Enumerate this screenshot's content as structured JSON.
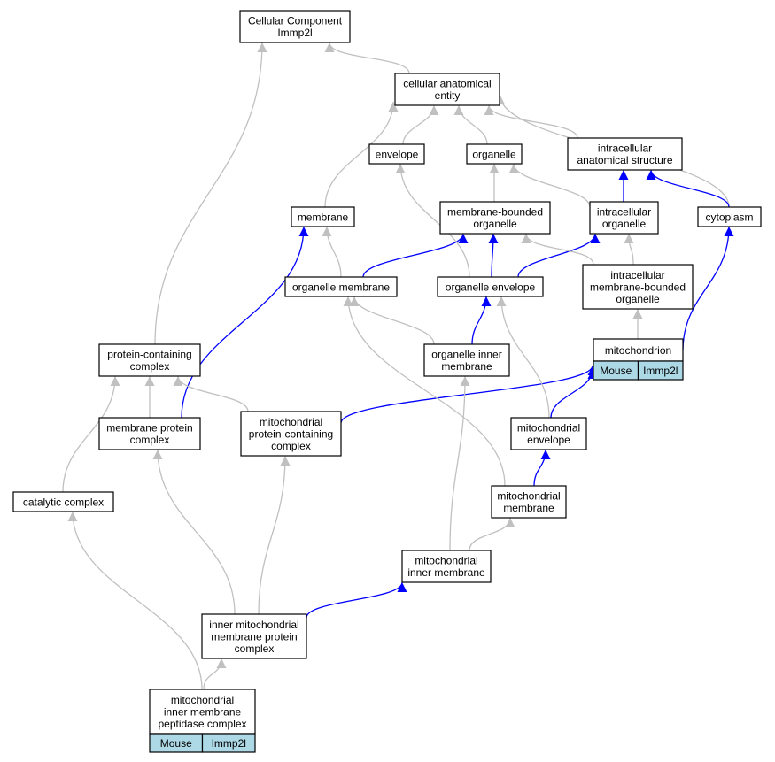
{
  "colors": {
    "isa_edge": "#c0c0c0",
    "partof_edge": "#0000ff",
    "annotation_cell": "#add8e6",
    "node_border": "#000000"
  },
  "nodes": [
    {
      "id": "cc_root",
      "lines": [
        "Cellular Component",
        "Immp2l"
      ]
    },
    {
      "id": "cae",
      "lines": [
        "cellular anatomical",
        "entity"
      ]
    },
    {
      "id": "envelope",
      "lines": [
        "envelope"
      ]
    },
    {
      "id": "organelle",
      "lines": [
        "organelle"
      ]
    },
    {
      "id": "ias",
      "lines": [
        "intracellular",
        "anatomical structure"
      ]
    },
    {
      "id": "membrane",
      "lines": [
        "membrane"
      ]
    },
    {
      "id": "mbo",
      "lines": [
        "membrane-bounded",
        "organelle"
      ]
    },
    {
      "id": "io",
      "lines": [
        "intracellular",
        "organelle"
      ]
    },
    {
      "id": "cytoplasm",
      "lines": [
        "cytoplasm"
      ]
    },
    {
      "id": "om",
      "lines": [
        "organelle membrane"
      ]
    },
    {
      "id": "oe",
      "lines": [
        "organelle envelope"
      ]
    },
    {
      "id": "imbo",
      "lines": [
        "intracellular",
        "membrane-bounded",
        "organelle"
      ]
    },
    {
      "id": "mito",
      "lines": [
        "mitochondrion"
      ],
      "cells": [
        "Mouse",
        "Immp2l"
      ]
    },
    {
      "id": "pcc",
      "lines": [
        "protein-containing",
        "complex"
      ]
    },
    {
      "id": "oim",
      "lines": [
        "organelle inner",
        "membrane"
      ]
    },
    {
      "id": "mpc",
      "lines": [
        "membrane protein",
        "complex"
      ]
    },
    {
      "id": "mtpcc",
      "lines": [
        "mitochondrial",
        "protein-containing",
        "complex"
      ]
    },
    {
      "id": "menv",
      "lines": [
        "mitochondrial",
        "envelope"
      ]
    },
    {
      "id": "catc",
      "lines": [
        "catalytic complex"
      ]
    },
    {
      "id": "mmem",
      "lines": [
        "mitochondrial",
        "membrane"
      ]
    },
    {
      "id": "mim",
      "lines": [
        "mitochondrial",
        "inner membrane"
      ]
    },
    {
      "id": "imcplx",
      "lines": [
        "inner mitochondrial",
        "membrane protein",
        "complex"
      ]
    },
    {
      "id": "mimpc",
      "lines": [
        "mitochondrial",
        "inner membrane",
        "peptidase complex"
      ],
      "cells": [
        "Mouse",
        "Immp2l"
      ]
    }
  ],
  "edges": [
    {
      "from": "cae",
      "to": "cc_root",
      "type": "is_a"
    },
    {
      "from": "pcc",
      "to": "cc_root",
      "type": "is_a"
    },
    {
      "from": "envelope",
      "to": "cae",
      "type": "is_a"
    },
    {
      "from": "organelle",
      "to": "cae",
      "type": "is_a"
    },
    {
      "from": "ias",
      "to": "cae",
      "type": "is_a"
    },
    {
      "from": "membrane",
      "to": "cae",
      "type": "is_a"
    },
    {
      "from": "cytoplasm",
      "to": "cae",
      "type": "is_a"
    },
    {
      "from": "mbo",
      "to": "organelle",
      "type": "is_a"
    },
    {
      "from": "io",
      "to": "organelle",
      "type": "is_a"
    },
    {
      "from": "io",
      "to": "ias",
      "type": "part_of"
    },
    {
      "from": "cytoplasm",
      "to": "ias",
      "type": "part_of"
    },
    {
      "from": "om",
      "to": "membrane",
      "type": "is_a"
    },
    {
      "from": "om",
      "to": "mbo",
      "type": "part_of"
    },
    {
      "from": "oe",
      "to": "envelope",
      "type": "is_a"
    },
    {
      "from": "oe",
      "to": "mbo",
      "type": "part_of"
    },
    {
      "from": "oe",
      "to": "io",
      "type": "part_of"
    },
    {
      "from": "imbo",
      "to": "mbo",
      "type": "is_a"
    },
    {
      "from": "imbo",
      "to": "io",
      "type": "is_a"
    },
    {
      "from": "mito",
      "to": "imbo",
      "type": "is_a"
    },
    {
      "from": "mito",
      "to": "cytoplasm",
      "type": "part_of"
    },
    {
      "from": "oim",
      "to": "om",
      "type": "is_a"
    },
    {
      "from": "oim",
      "to": "oe",
      "type": "part_of"
    },
    {
      "from": "mpc",
      "to": "pcc",
      "type": "is_a"
    },
    {
      "from": "mpc",
      "to": "membrane",
      "type": "part_of"
    },
    {
      "from": "mtpcc",
      "to": "pcc",
      "type": "is_a"
    },
    {
      "from": "mtpcc",
      "to": "mito",
      "type": "part_of"
    },
    {
      "from": "menv",
      "to": "oe",
      "type": "is_a"
    },
    {
      "from": "menv",
      "to": "mito",
      "type": "part_of"
    },
    {
      "from": "catc",
      "to": "pcc",
      "type": "is_a"
    },
    {
      "from": "mmem",
      "to": "om",
      "type": "is_a"
    },
    {
      "from": "mmem",
      "to": "menv",
      "type": "part_of"
    },
    {
      "from": "mim",
      "to": "oim",
      "type": "is_a"
    },
    {
      "from": "mim",
      "to": "mmem",
      "type": "is_a"
    },
    {
      "from": "imcplx",
      "to": "mpc",
      "type": "is_a"
    },
    {
      "from": "imcplx",
      "to": "mtpcc",
      "type": "is_a"
    },
    {
      "from": "imcplx",
      "to": "mim",
      "type": "part_of"
    },
    {
      "from": "mimpc",
      "to": "imcplx",
      "type": "is_a"
    },
    {
      "from": "mimpc",
      "to": "catc",
      "type": "is_a"
    }
  ]
}
